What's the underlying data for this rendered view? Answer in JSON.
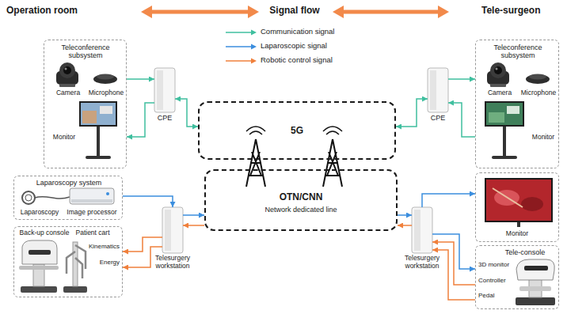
{
  "diagram": {
    "nodes": [
      {
        "text": [
          "Teleconference subsystem",
          "Camera",
          "Microphone",
          "Monitor"
        ]
      },
      {
        "text": [
          "CPE"
        ]
      },
      {
        "text": [
          "5G"
        ]
      },
      {
        "text": [
          "CPE"
        ]
      },
      {
        "text": [
          "Teleconference subsystem",
          "Camera",
          "Microphone",
          "Monitor"
        ]
      },
      {
        "text": [
          "OTN/CNN",
          "Network dedicated line"
        ]
      },
      {
        "text": [
          "Laparoscopy system",
          "Laparoscopy",
          "Image processor"
        ]
      },
      {
        "text": [
          "Monitor"
        ]
      },
      {
        "text": [
          "Telesurgery workstation"
        ]
      },
      {
        "text": [
          "Telesurgery workstation"
        ]
      },
      {
        "text": [
          "Back-up console",
          "Patient cart"
        ]
      },
      {
        "text": [
          "Tele-console"
        ]
      }
    ],
    "edges": [
      {
        "from": 0,
        "to": 1,
        "arrow": "to"
      },
      {
        "from": 1,
        "to": 0,
        "arrow": "to"
      },
      {
        "from": 1,
        "to": 2,
        "arrow": "both"
      },
      {
        "from": 2,
        "to": 3,
        "arrow": "both"
      },
      {
        "from": 3,
        "to": 4,
        "arrow": "to"
      },
      {
        "from": 4,
        "to": 3,
        "arrow": "to"
      },
      {
        "from": 6,
        "to": 8,
        "arrow": "to"
      },
      {
        "from": 8,
        "to": 5,
        "arrow": "to"
      },
      {
        "from": 5,
        "to": 8,
        "arrow": "to"
      },
      {
        "from": 5,
        "to": 9,
        "arrow": "to"
      },
      {
        "from": 9,
        "to": 5,
        "arrow": "to"
      },
      {
        "from": 9,
        "to": 7,
        "arrow": "to"
      },
      {
        "from": 8,
        "to": 10,
        "label": "Kinematics",
        "arrow": "to"
      },
      {
        "from": 8,
        "to": 10,
        "label": "Energy",
        "arrow": "to"
      },
      {
        "from": 9,
        "to": 11,
        "label": "3D monitor",
        "arrow": "to"
      },
      {
        "from": 11,
        "to": 9,
        "label": "Controller",
        "arrow": "to"
      },
      {
        "from": 11,
        "to": 9,
        "label": "Pedal",
        "arrow": "to"
      }
    ],
    "labels": [
      "Operation room",
      "Signal flow",
      "Tele-surgeon"
    ],
    "legend": [
      {
        "text": "Communication signal"
      },
      {
        "text": "Laparoscopic signal"
      },
      {
        "text": "Robotic control signal"
      }
    ]
  }
}
